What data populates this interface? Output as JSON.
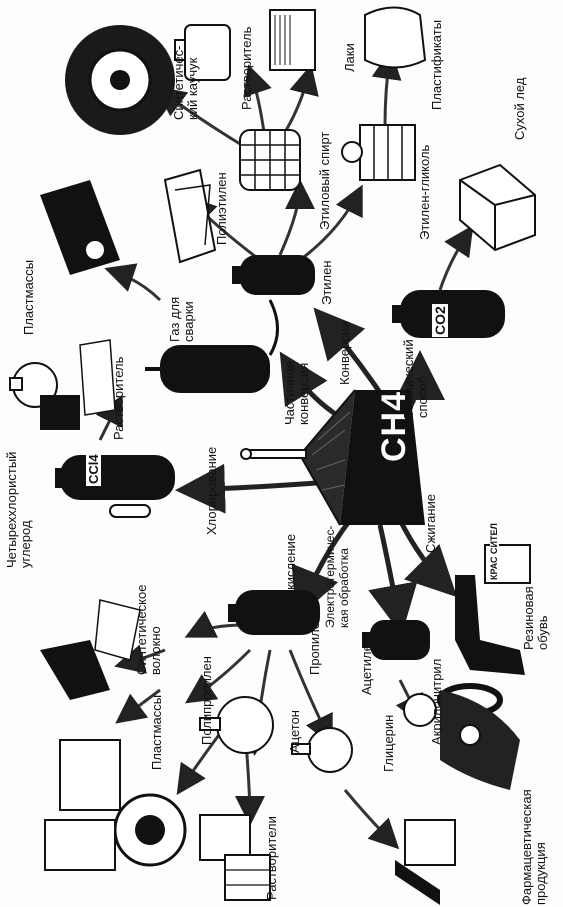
{
  "center": {
    "formula": "CH4"
  },
  "processes": {
    "chlorination": "Хлорирование",
    "oxidation": "Окисление",
    "electrothermal": "Электротермичес-\nкая обработка",
    "combustion": "Сжигание",
    "thermal": "Термический\nспособ",
    "conversion": "Конверсия",
    "partial_conversion": "Частичная\nконверсия"
  },
  "intermediates": {
    "ethylene": "Этилен",
    "propylene": "Пропилен",
    "acetylene": "Ацетилен",
    "welding_gas": "Газ для\nсварки",
    "ethyl_alcohol": "Этиловый спирт",
    "ethylene_glycol": "Этилен-гликоль",
    "acetone": "Ацетон",
    "glycerin": "Глицерин",
    "acrylonitrile": "Акрилонитрил"
  },
  "products": {
    "carbon_tetrachloride": "Четыреххлористый\nуглерод",
    "solvent_left": "Растворитель",
    "plastics_left": "Пластмассы",
    "polyethylene": "Полиэтилен",
    "synthetic_rubber": "Синтетичес-\nкий каучук",
    "solvent_top": "Растворитель",
    "lacquers": "Лаки",
    "plasticizers": "Пластификаты",
    "dry_ice": "Сухой лед",
    "rubber_shoes": "Резиновая\nобувь",
    "pharma": "Фармацевтическая\nпродукция",
    "solvents": "Растворители",
    "plastics_right": "Пластмассы",
    "polypropylene": "Полипропилен",
    "synthetic_fiber": "Синтетическое\nволокно"
  },
  "vessel_labels": {
    "ccl4": "CCl4",
    "co2": "CO2",
    "paint_can": "КРАС\nСИТЕЛ"
  }
}
